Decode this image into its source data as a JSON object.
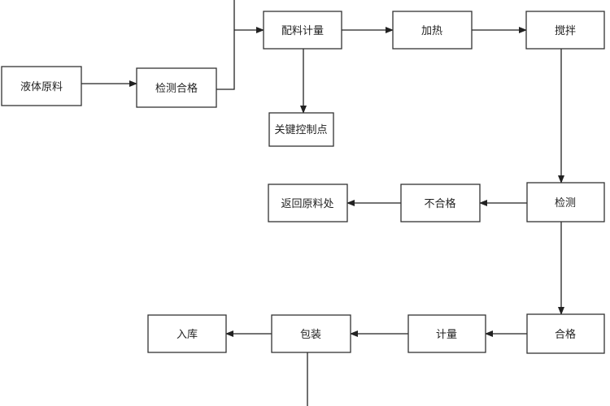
{
  "diagram": {
    "nodes": {
      "liquid_raw": "液体原料",
      "inspect_ok": "检测合格",
      "batching": "配料计量",
      "heating": "加热",
      "stirring": "搅拌",
      "key_control": "关键控制点",
      "inspect": "检测",
      "fail": "不合格",
      "return_raw": "返回原料处",
      "pass": "合格",
      "metering": "计量",
      "packing": "包装",
      "storage": "入库"
    }
  }
}
